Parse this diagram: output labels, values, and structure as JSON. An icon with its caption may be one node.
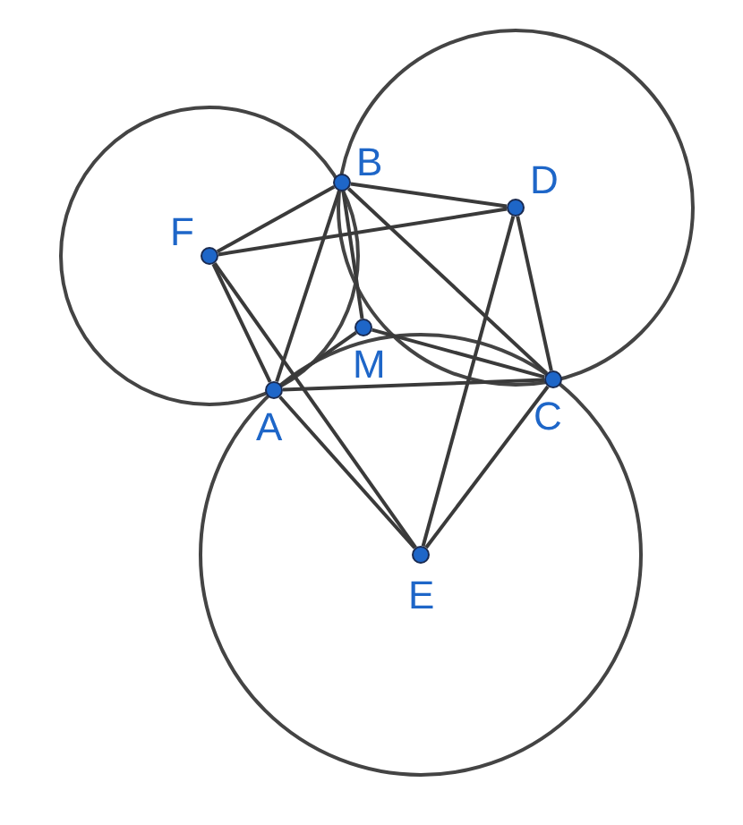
{
  "diagram": {
    "nodes": [
      {
        "text": [
          "B"
        ]
      },
      {
        "text": [
          "D"
        ]
      },
      {
        "text": [
          "F"
        ]
      },
      {
        "text": [
          "M"
        ]
      },
      {
        "text": [
          "A"
        ]
      },
      {
        "text": [
          "C"
        ]
      },
      {
        "text": [
          "E"
        ]
      }
    ],
    "edges": [
      {
        "from": 2,
        "to": 0,
        "arrow": "none"
      },
      {
        "from": 2,
        "to": 1,
        "arrow": "none"
      },
      {
        "from": 2,
        "to": 4,
        "arrow": "none"
      },
      {
        "from": 2,
        "to": 6,
        "arrow": "none"
      },
      {
        "from": 0,
        "to": 1,
        "arrow": "none"
      },
      {
        "from": 0,
        "to": 4,
        "arrow": "none"
      },
      {
        "from": 0,
        "to": 3,
        "arrow": "none"
      },
      {
        "from": 0,
        "to": 5,
        "arrow": "none"
      },
      {
        "from": 1,
        "to": 5,
        "arrow": "none"
      },
      {
        "from": 1,
        "to": 6,
        "arrow": "none"
      },
      {
        "from": 4,
        "to": 5,
        "arrow": "none"
      },
      {
        "from": 4,
        "to": 6,
        "arrow": "none"
      },
      {
        "from": 5,
        "to": 6,
        "arrow": "none"
      },
      {
        "from": 3,
        "to": 4,
        "arrow": "none"
      },
      {
        "from": 3,
        "to": 5,
        "arrow": "none"
      }
    ]
  }
}
